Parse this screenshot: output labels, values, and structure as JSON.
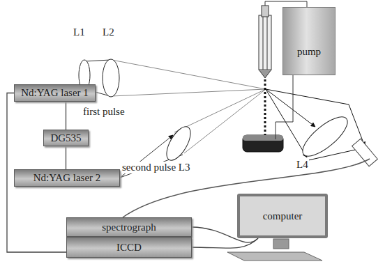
{
  "diagram": {
    "nodes": [
      {
        "text": [
          "Nd:YAG laser 1"
        ]
      },
      {
        "text": [
          "DG535"
        ]
      },
      {
        "text": [
          "Nd:YAG laser 2"
        ]
      },
      {
        "text": [
          "pump"
        ]
      },
      {
        "text": [
          "spectrograph"
        ]
      },
      {
        "text": [
          "computer"
        ]
      },
      {
        "text": [
          "ICCD"
        ]
      }
    ],
    "edges": [
      {
        "from": 0,
        "to": 1,
        "arrow": "none"
      },
      {
        "from": 1,
        "to": 2,
        "arrow": "none"
      },
      {
        "from": 0,
        "to": 6,
        "arrow": "none"
      },
      {
        "from": 4,
        "to": 5,
        "arrow": "none"
      },
      {
        "from": 6,
        "to": 5,
        "arrow": "none"
      }
    ],
    "labels": [
      "L1",
      "L2",
      "first pulse",
      "second pulse L3",
      "L4"
    ]
  }
}
